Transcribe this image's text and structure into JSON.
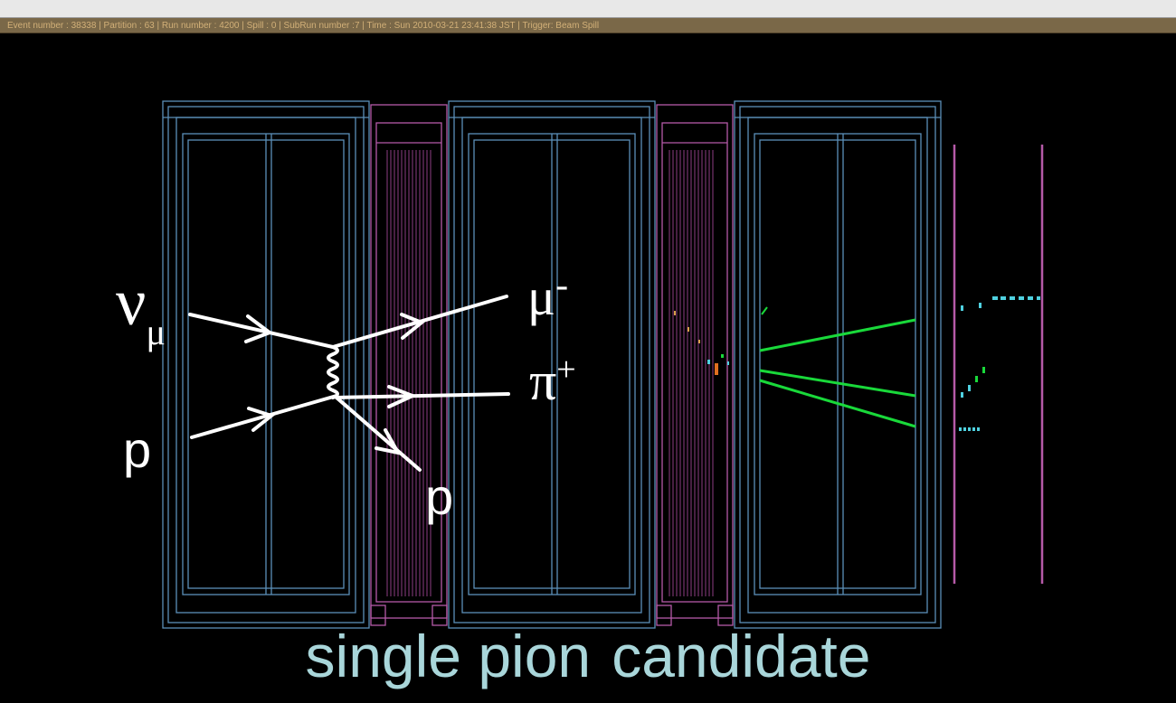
{
  "info_bar": {
    "text": "Event number : 38338 | Partition : 63 | Run number : 4200 | Spill : 0 | SubRun number :7 | Time : Sun 2010-03-21 23:41:38 JST | Trigger: Beam Spill"
  },
  "diagram": {
    "labels": {
      "nu": "ν",
      "nu_sub": "μ",
      "p_in": "p",
      "mu": "μ",
      "mu_sup": "-",
      "pi": "π",
      "pi_sup": "+",
      "p_out": "p"
    }
  },
  "caption": {
    "word1": "single pion",
    "word2": "candidate"
  },
  "colors": {
    "module_frame": "#5b8fb8",
    "tracker_frame": "#b55aa8",
    "muon_track": "#19d93a",
    "hits": "#4fd1e0",
    "caption": "#a9d6da"
  }
}
